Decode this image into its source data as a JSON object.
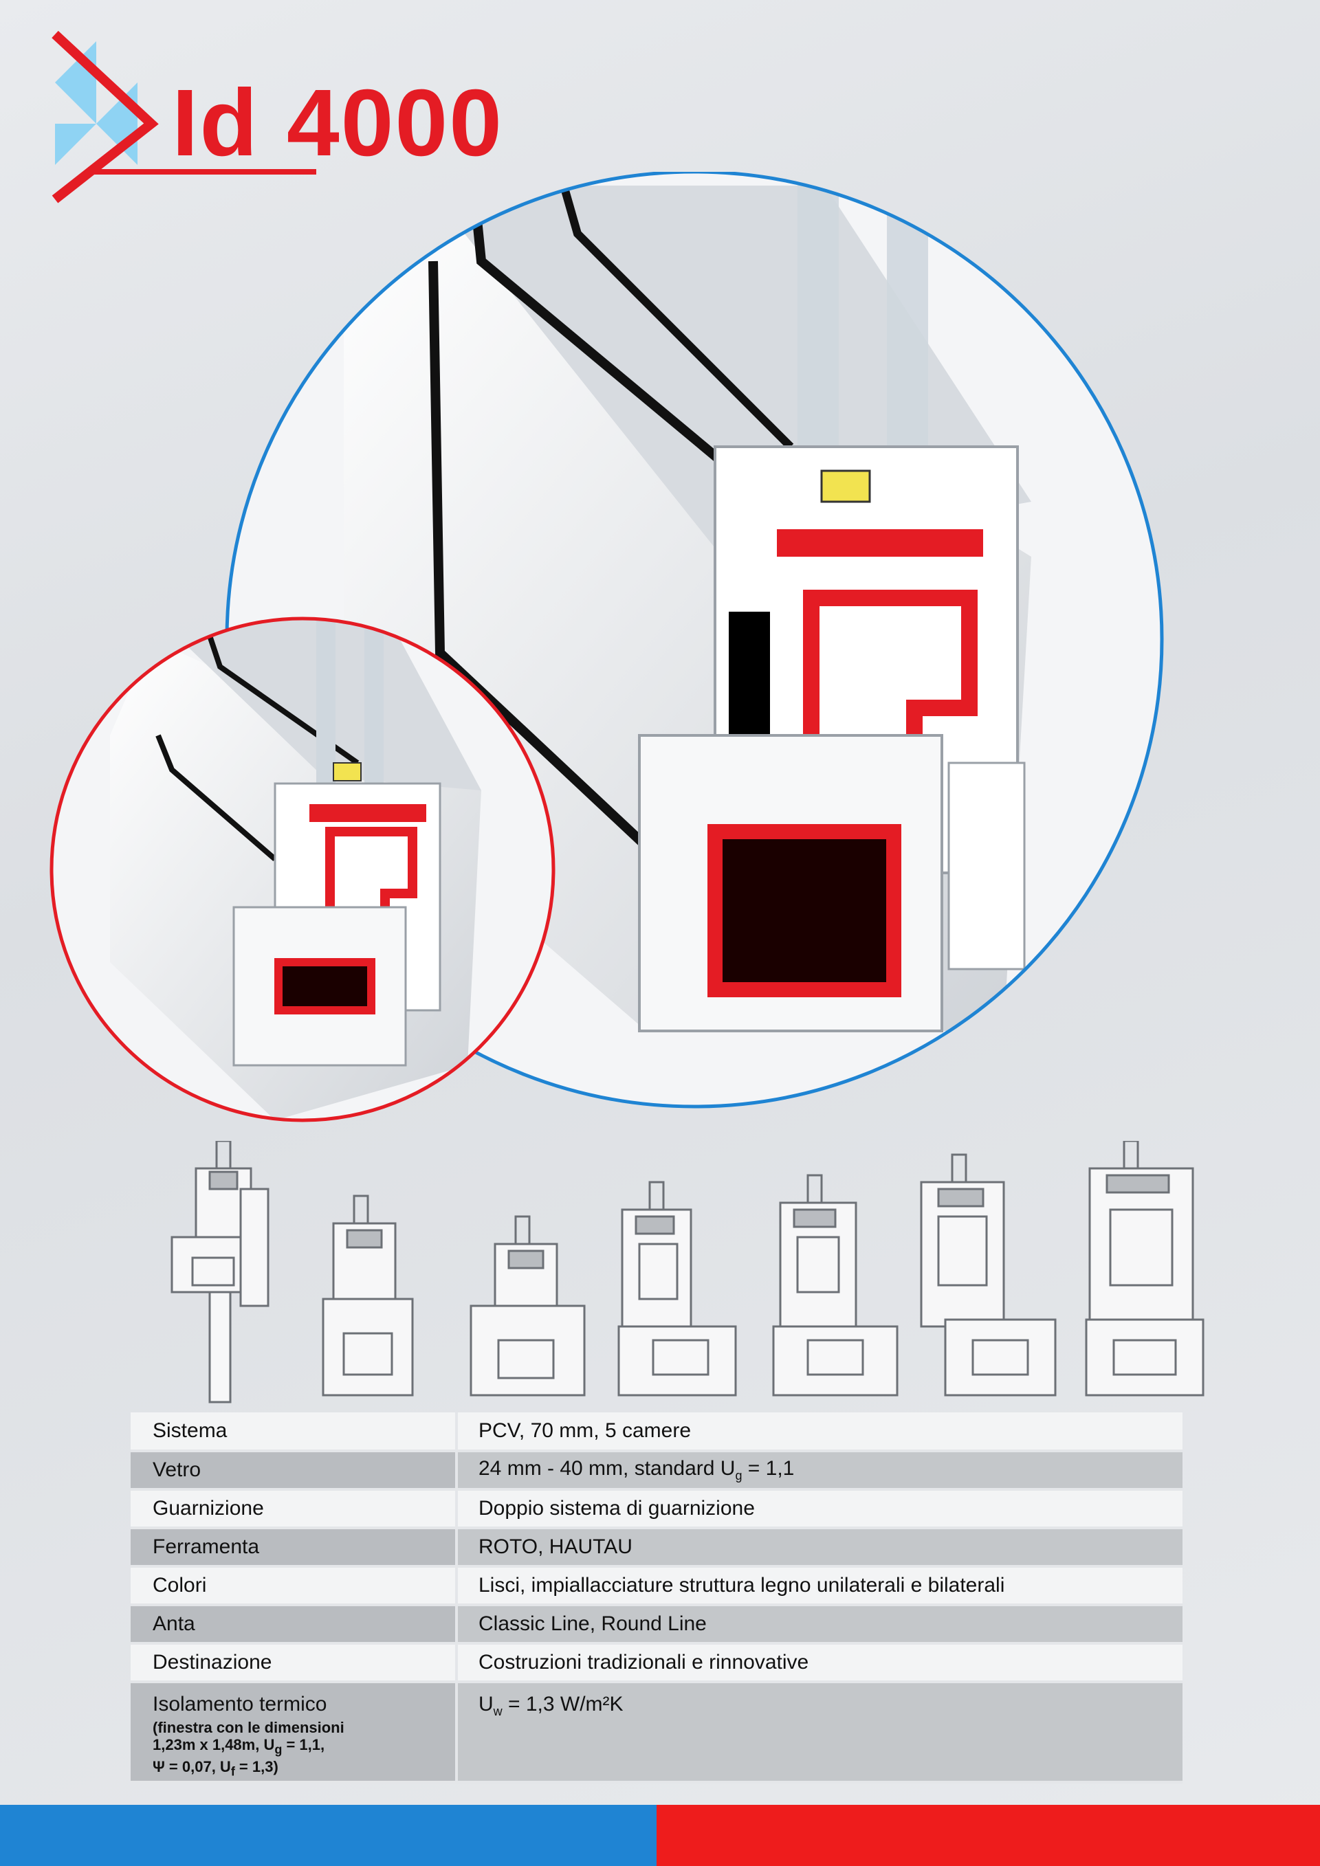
{
  "brand": {
    "title": "Id 4000",
    "colors": {
      "red": "#e41c24",
      "blue": "#1f84d3",
      "lightblue": "#8fd3f3"
    }
  },
  "specs": [
    {
      "label": "Sistema",
      "value": "PCV, 70 mm, 5 camere"
    },
    {
      "label": "Vetro",
      "value_prefix": "24 mm - 40 mm, standard U",
      "value_sub": "g",
      "value_suffix": " = 1,1"
    },
    {
      "label": "Guarnizione",
      "value": "Doppio sistema di guarnizione"
    },
    {
      "label": "Ferramenta",
      "value": "ROTO, HAUTAU"
    },
    {
      "label": "Colori",
      "value": "Lisci, impiallacciature struttura legno unilaterali e bilaterali"
    },
    {
      "label": "Anta",
      "value": "Classic Line, Round Line"
    },
    {
      "label": "Destinazione",
      "value": "Costruzioni tradizionali e rinnovative"
    },
    {
      "label": "Isolamento termico",
      "note_line1": "(finestra con le dimensioni",
      "note_line2_prefix": "1,23m x 1,48m, U",
      "note_line2_sub": "g",
      "note_line2_suffix": " = 1,1,",
      "note_line3_prefix": "Ψ = 0,07, U",
      "note_line3_sub": "f",
      "note_line3_suffix": " = 1,3)",
      "value_prefix": "U",
      "value_sub": "w",
      "value_suffix": " = 1,3 W/m²K"
    }
  ],
  "profile_count": 7
}
